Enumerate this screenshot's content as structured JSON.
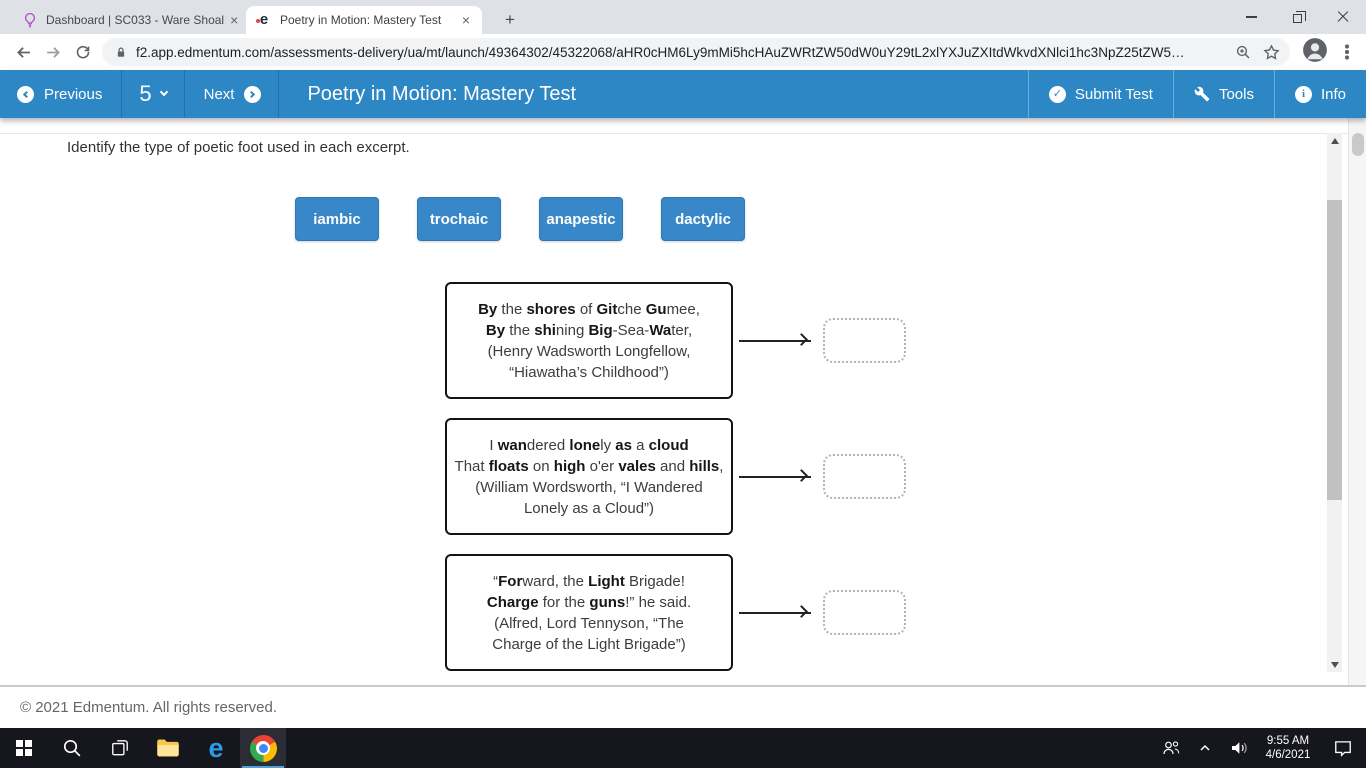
{
  "browser": {
    "tabs": [
      {
        "title": "Dashboard | SC033 - Ware Shoal",
        "active": false
      },
      {
        "title": "Poetry in Motion: Mastery Test",
        "active": true
      }
    ],
    "url": "f2.app.edmentum.com/assessments-delivery/ua/mt/launch/49364302/45322068/aHR0cHM6Ly9mMi5hcHAuZWRtZW50dW0uY29tL2xlYXJuZXItdWkvdXNlci1hc3NpZ25tZW5…"
  },
  "icons": {
    "tab_close": "×",
    "new_tab": "+",
    "check": "✓",
    "info": "i",
    "edge": "e"
  },
  "toolbar": {
    "previous_label": "Previous",
    "question_number": "5",
    "next_label": "Next",
    "title": "Poetry in Motion: Mastery Test",
    "submit_label": "Submit Test",
    "tools_label": "Tools",
    "info_label": "Info"
  },
  "question": {
    "prompt": "Identify the type of poetic foot used in each excerpt.",
    "choices": [
      "iambic",
      "trochaic",
      "anapestic",
      "dactylic"
    ],
    "excerpts": [
      {
        "lines": [
          [
            {
              "t": "By",
              "b": true
            },
            {
              "t": " the ",
              "b": false
            },
            {
              "t": "shores",
              "b": true
            },
            {
              "t": " of ",
              "b": false
            },
            {
              "t": "Git",
              "b": true
            },
            {
              "t": "che ",
              "b": false
            },
            {
              "t": "Gu",
              "b": true
            },
            {
              "t": "mee,",
              "b": false
            }
          ],
          [
            {
              "t": "By",
              "b": true
            },
            {
              "t": " the ",
              "b": false
            },
            {
              "t": "shi",
              "b": true
            },
            {
              "t": "ning ",
              "b": false
            },
            {
              "t": "Big",
              "b": true
            },
            {
              "t": "-Sea-",
              "b": false
            },
            {
              "t": "Wa",
              "b": true
            },
            {
              "t": "ter,",
              "b": false
            }
          ],
          [
            {
              "t": "(Henry Wadsworth Longfellow,",
              "b": false
            }
          ],
          [
            {
              "t": "“Hiawatha’s Childhood”)",
              "b": false
            }
          ]
        ]
      },
      {
        "lines": [
          [
            {
              "t": "I ",
              "b": false
            },
            {
              "t": "wan",
              "b": true
            },
            {
              "t": "dered ",
              "b": false
            },
            {
              "t": "lone",
              "b": true
            },
            {
              "t": "ly ",
              "b": false
            },
            {
              "t": "as",
              "b": true
            },
            {
              "t": " a ",
              "b": false
            },
            {
              "t": "cloud",
              "b": true
            }
          ],
          [
            {
              "t": "That ",
              "b": false
            },
            {
              "t": "floats",
              "b": true
            },
            {
              "t": " on ",
              "b": false
            },
            {
              "t": "high",
              "b": true
            },
            {
              "t": " o'er ",
              "b": false
            },
            {
              "t": "vales",
              "b": true
            },
            {
              "t": " and ",
              "b": false
            },
            {
              "t": "hills",
              "b": true
            },
            {
              "t": ",",
              "b": false
            }
          ],
          [
            {
              "t": "(William Wordsworth, “I Wandered",
              "b": false
            }
          ],
          [
            {
              "t": "Lonely as a Cloud”)",
              "b": false
            }
          ]
        ]
      },
      {
        "lines": [
          [
            {
              "t": "“",
              "b": false
            },
            {
              "t": "For",
              "b": true
            },
            {
              "t": "ward, the ",
              "b": false
            },
            {
              "t": "Light",
              "b": true
            },
            {
              "t": " Brigade!",
              "b": false
            }
          ],
          [
            {
              "t": "Charge",
              "b": true
            },
            {
              "t": " for the ",
              "b": false
            },
            {
              "t": "guns",
              "b": true
            },
            {
              "t": "!” he said.",
              "b": false
            }
          ],
          [
            {
              "t": "(Alfred, Lord Tennyson, “The",
              "b": false
            }
          ],
          [
            {
              "t": "Charge of the Light Brigade”)",
              "b": false
            }
          ]
        ]
      }
    ]
  },
  "footer": {
    "copyright": "© 2021 Edmentum. All rights reserved."
  },
  "taskbar": {
    "time": "9:55 AM",
    "date": "4/6/2021"
  },
  "colors": {
    "toolbar_blue": "#2d87c4",
    "choice_blue": "#3787c9",
    "tabstrip_gray": "#dee1e6",
    "taskbar_dark": "#15161e",
    "taskbar_active_underline": "#4f9fdd"
  }
}
